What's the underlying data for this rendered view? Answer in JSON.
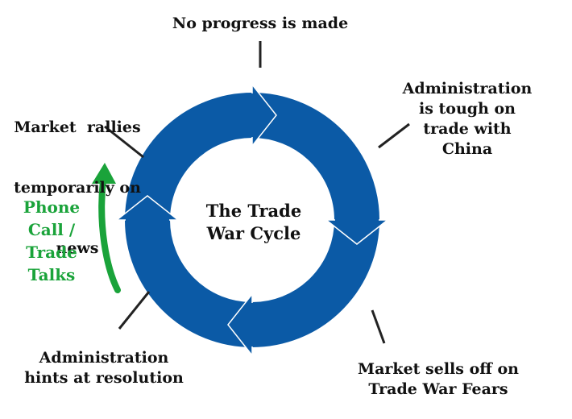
{
  "diagram": {
    "center_title": [
      "The Trade",
      "War Cycle"
    ],
    "stages": {
      "top": [
        "No progress is made"
      ],
      "right": [
        "Administration",
        "is tough on",
        "trade with",
        "China"
      ],
      "bottom_right": [
        "Market sells off on",
        "Trade War Fears"
      ],
      "bottom_left": [
        "Administration",
        "hints at resolution"
      ],
      "top_left": [
        "Market  rallies",
        "temporarily on",
        "news"
      ]
    },
    "side_note": [
      "Phone",
      "Call /",
      "Trade",
      "Talks"
    ],
    "colors": {
      "ring": "#0b5aa6",
      "ring_edge": "#ffffff",
      "connector": "#222222",
      "side_note": "#1aa33a",
      "text": "#111111"
    }
  }
}
